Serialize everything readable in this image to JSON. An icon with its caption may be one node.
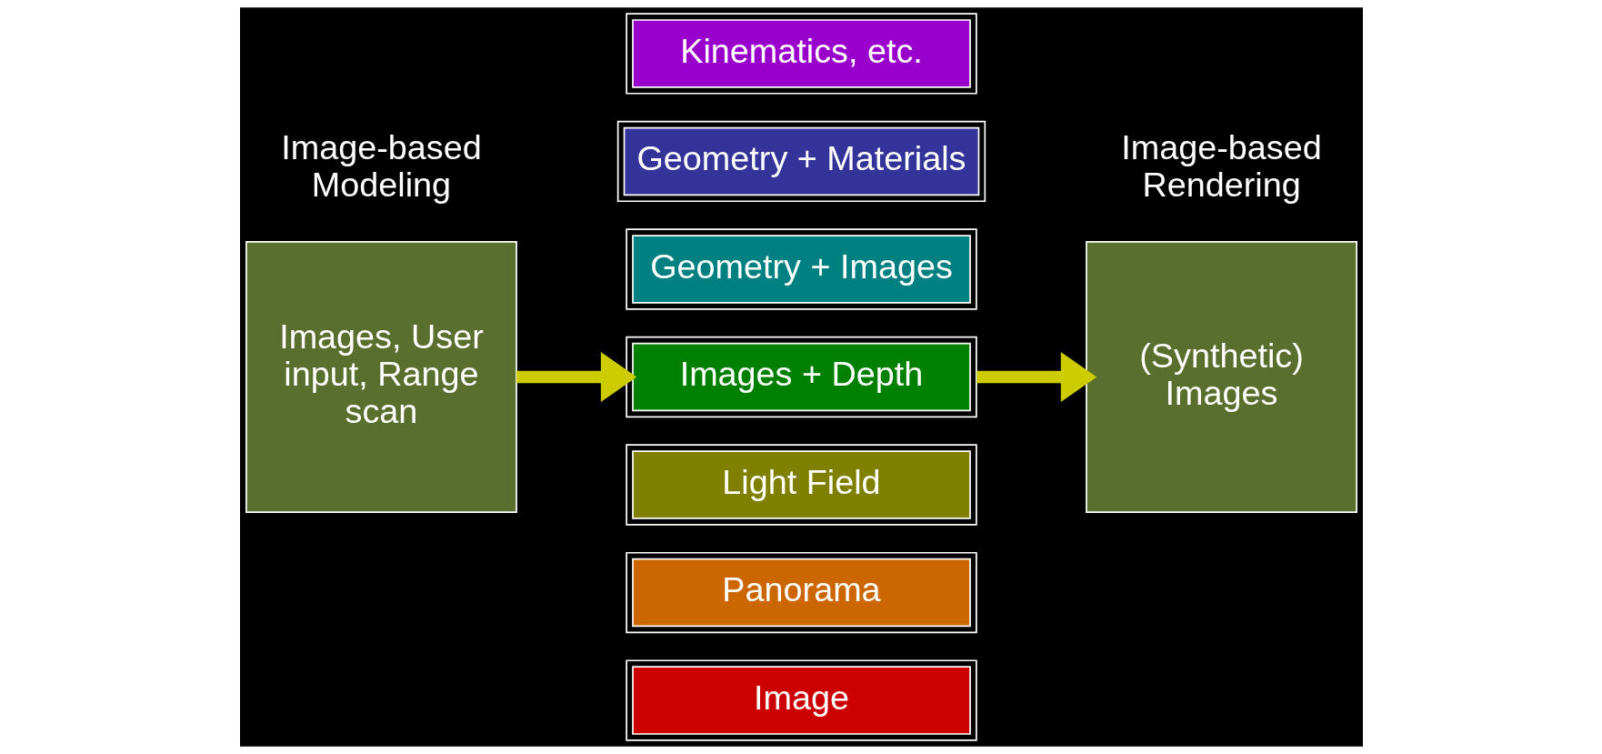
{
  "diagram": {
    "nodes": [
      {
        "text": [
          "Images, User input, Range scan"
        ]
      },
      {
        "text": [
          "Kinematics, etc."
        ]
      },
      {
        "text": [
          "Geometry + Materials"
        ]
      },
      {
        "text": [
          "Geometry + Images"
        ]
      },
      {
        "text": [
          "Images + Depth"
        ]
      },
      {
        "text": [
          "Light Field"
        ]
      },
      {
        "text": [
          "Panorama"
        ]
      },
      {
        "text": [
          "Image"
        ]
      },
      {
        "text": [
          "(Synthetic) Images"
        ]
      }
    ],
    "edges": [
      {
        "from": 0,
        "to": 4,
        "arrow": "to"
      },
      {
        "from": 4,
        "to": 8,
        "arrow": "to"
      }
    ],
    "labels": [
      "Image-based Modeling",
      "Image-based Rendering"
    ]
  }
}
